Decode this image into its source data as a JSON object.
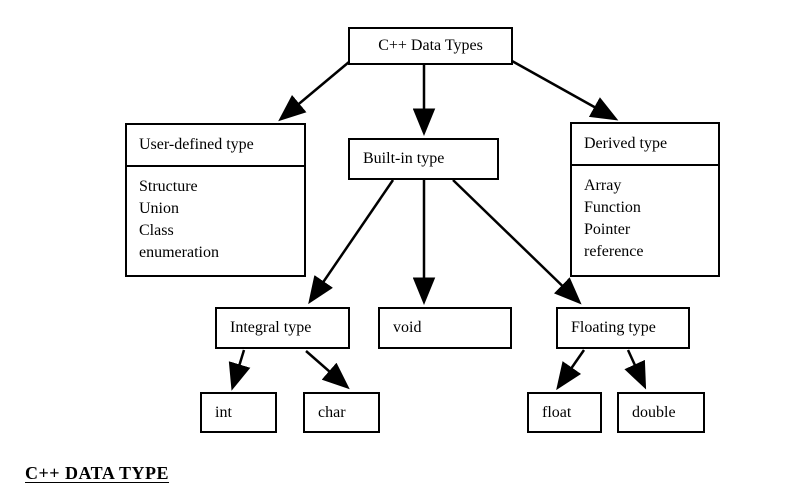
{
  "caption": "C++ DATA TYPE",
  "nodes": {
    "root": {
      "label": "C++ Data Types"
    },
    "user_defined": {
      "label": "User-defined type",
      "items": [
        "Structure",
        "Union",
        "Class",
        "enumeration"
      ]
    },
    "built_in": {
      "label": "Built-in type"
    },
    "derived": {
      "label": "Derived type",
      "items": [
        "Array",
        "Function",
        "Pointer",
        "reference"
      ]
    },
    "integral": {
      "label": "Integral type"
    },
    "void": {
      "label": "void"
    },
    "floating": {
      "label": "Floating type"
    },
    "int": {
      "label": "int"
    },
    "char": {
      "label": "char"
    },
    "float": {
      "label": "float"
    },
    "double": {
      "label": "double"
    }
  },
  "edges": [
    {
      "from": "C++ Data Types",
      "to": "User-defined type"
    },
    {
      "from": "C++ Data Types",
      "to": "Built-in type"
    },
    {
      "from": "C++ Data Types",
      "to": "Derived type"
    },
    {
      "from": "Built-in type",
      "to": "Integral type"
    },
    {
      "from": "Built-in type",
      "to": "void"
    },
    {
      "from": "Built-in type",
      "to": "Floating type"
    },
    {
      "from": "Integral type",
      "to": "int"
    },
    {
      "from": "Integral type",
      "to": "char"
    },
    {
      "from": "Floating type",
      "to": "float"
    },
    {
      "from": "Floating type",
      "to": "double"
    }
  ],
  "colors": {
    "background": "#ffffff",
    "line": "#000000",
    "box_border": "#000000",
    "text": "#000000"
  }
}
